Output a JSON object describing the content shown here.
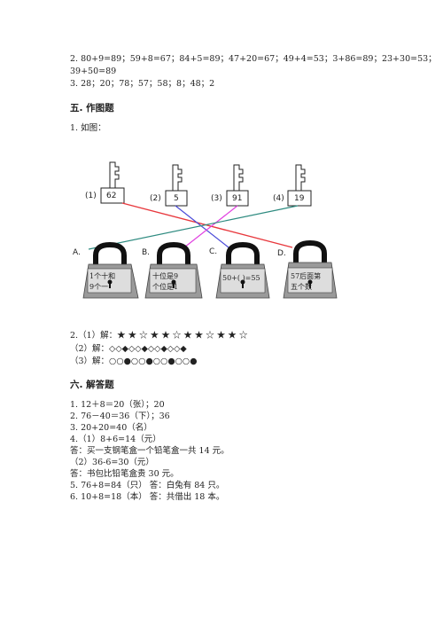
{
  "section_prev": {
    "line_2a": "2. 80+9=89；59+8=67；84+5=89；47+20=67；49+4=53；3+86=89；23+30=53；",
    "line_2b": "39+50=89",
    "line_3": "3. 28；20；78；57；58；8；48；2"
  },
  "section5": {
    "title": "五. 作图题",
    "q1": "1. 如图：",
    "keys": [
      {
        "label": "(1)",
        "value": "62"
      },
      {
        "label": "(2)",
        "value": "5"
      },
      {
        "label": "(3)",
        "value": "91"
      },
      {
        "label": "(4)",
        "value": "19"
      }
    ],
    "locks": [
      {
        "label": "A.",
        "text1": "1个十和",
        "text2": "9个一"
      },
      {
        "label": "B.",
        "text1": "十位是9",
        "text2": "个位是1"
      },
      {
        "label": "C.",
        "text1": "50+( )=55",
        "text2": ""
      },
      {
        "label": "D.",
        "text1": "57后面第",
        "text2": "五个数"
      }
    ],
    "q2_1": "2.（1）解：★ ★ ☆ ★ ★ ☆ ★ ★ ☆ ★ ★ ☆",
    "q2_2": "（2）解：◇◇◆◇◇◆◇◇◆◇◇◆",
    "q2_3": "（3）解：○○●○○●○○●○○●"
  },
  "section6": {
    "title": "六. 解答题",
    "lines": [
      "1. 12＋8＝20（张）；20",
      "2. 76－40＝36（下）；36",
      "3. 20+20=40（名）",
      "4.（1）8+6=14（元）",
      "答：买一支钢笔盒一个铅笔盒一共 14 元。",
      "（2）36-6=30（元）",
      "答：书包比铅笔盒贵 30 元。",
      "5. 76+8=84（只）       答：白兔有 84 只。",
      "6. 10+8=18（本）       答：共借出 18 本。"
    ]
  },
  "colors": {
    "line_red": "#e8383d",
    "line_blue": "#4a4ad8",
    "line_magenta": "#e040e0",
    "line_teal": "#2e8b80",
    "lock_body": "#9a9a9a",
    "lock_shackle": "#111111"
  }
}
